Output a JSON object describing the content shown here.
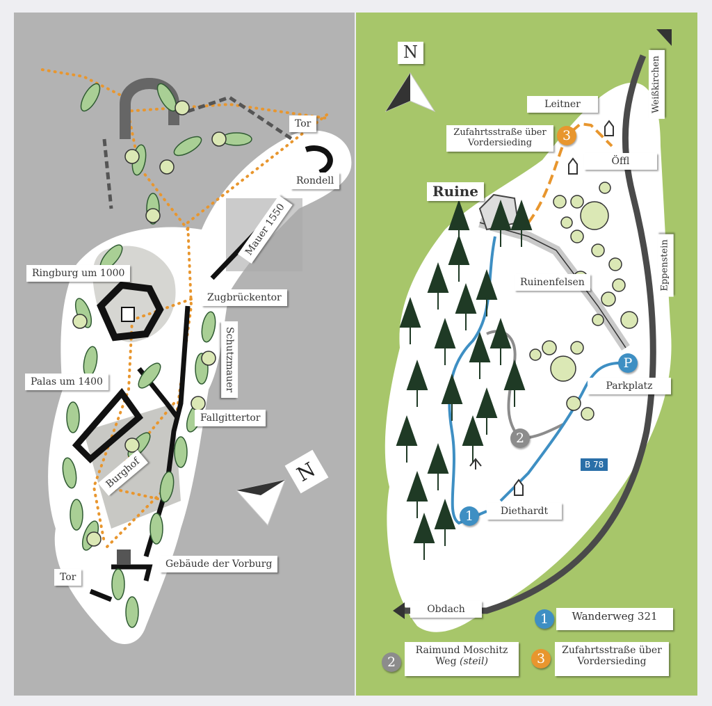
{
  "colors": {
    "left_bg": "#b3b3b3",
    "right_bg": "#a7c66a",
    "path_orange": "#e8962e",
    "path_blue": "#3e8fc3",
    "path_gray": "#8c8c8c",
    "road": "#4a4a4a"
  },
  "left_map": {
    "labels": {
      "tor_top": "Tor",
      "rondell": "Rondell",
      "mauer": "Mauer 1550",
      "ringburg": "Ringburg um 1000",
      "zugbrueckentor": "Zugbrückentor",
      "schutzmauer": "Schutzmauer",
      "palas": "Palas um 1400",
      "fallgittertor": "Fallgittertor",
      "burghof": "Burghof",
      "tor_bottom": "Tor",
      "vorburg": "Gebäude der Vorburg"
    },
    "compass": "N"
  },
  "right_map": {
    "compass": "N",
    "labels": {
      "leitner": "Leitner",
      "zufahrt": "Zufahrtsstraße über Vordersieding",
      "oeffl": "Öffl",
      "ruine": "Ruine",
      "weisskirchen": "Weißkirchen",
      "ruinenfelsen": "Ruinenfelsen",
      "eppenstein": "Eppenstein",
      "parkplatz": "Parkplatz",
      "diethardt": "Diethardt",
      "obdach": "Obdach",
      "road": "B 78",
      "parking": "P"
    },
    "markers": {
      "one": "1",
      "two": "2",
      "three": "3"
    },
    "legend": [
      {
        "num": "1",
        "line1": "Wanderweg 321",
        "line2": ""
      },
      {
        "num": "2",
        "line1": "Raimund Moschitz",
        "line2": "Weg",
        "line2_italic": "(steil)"
      },
      {
        "num": "3",
        "line1": "Zufahrtsstraße über",
        "line2": "Vordersieding"
      }
    ]
  }
}
